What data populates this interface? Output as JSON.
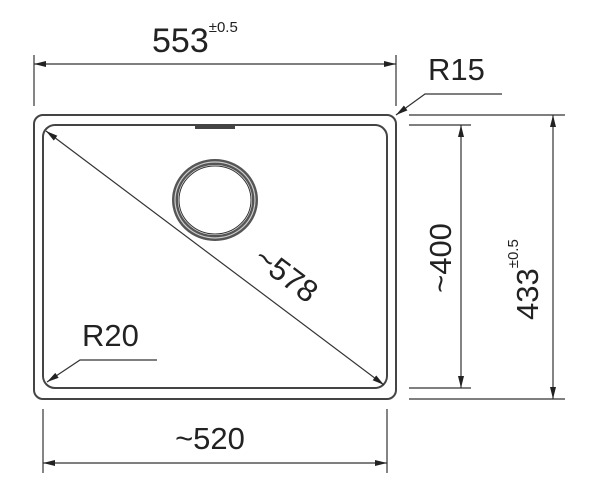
{
  "drawing": {
    "overall_width": "553",
    "overall_width_tol": "±0.5",
    "overall_depth": "433",
    "overall_depth_tol": "±0.5",
    "outer_radius": "R15",
    "inner_radius": "R20",
    "inner_width": "~520",
    "inner_depth": "~400",
    "diagonal": "~578"
  },
  "colors": {
    "line": "#333333"
  }
}
